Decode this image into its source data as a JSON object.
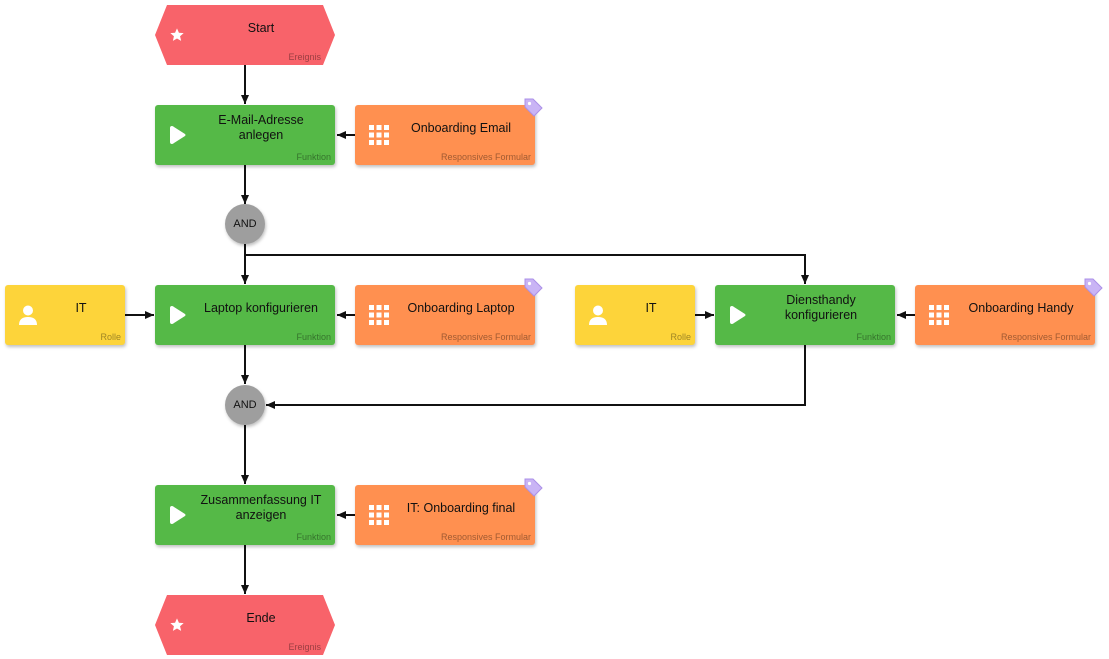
{
  "nodes": {
    "start": {
      "label": "Start",
      "type": "Ereignis"
    },
    "email_func": {
      "label": "E-Mail-Adresse anlegen",
      "type": "Funktion"
    },
    "email_form": {
      "label": "Onboarding Email",
      "type": "Responsives Formular"
    },
    "and1": {
      "label": "AND"
    },
    "role_it_1": {
      "label": "IT",
      "type": "Rolle"
    },
    "laptop_func": {
      "label": "Laptop konfigurieren",
      "type": "Funktion"
    },
    "laptop_form": {
      "label": "Onboarding Laptop",
      "type": "Responsives Formular"
    },
    "role_it_2": {
      "label": "IT",
      "type": "Rolle"
    },
    "handy_func": {
      "label": "Diensthandy konfigurieren",
      "type": "Funktion"
    },
    "handy_form": {
      "label": "Onboarding Handy",
      "type": "Responsives Formular"
    },
    "and2": {
      "label": "AND"
    },
    "summary_func": {
      "label": "Zusammenfassung IT anzeigen",
      "type": "Funktion"
    },
    "summary_form": {
      "label": "IT: Onboarding final",
      "type": "Responsives Formular"
    },
    "end": {
      "label": "Ende",
      "type": "Ereignis"
    }
  },
  "icons": {
    "event": "star-icon",
    "function": "play-icon",
    "form": "grid-icon",
    "role": "user-icon",
    "tag": "tag-icon"
  },
  "colors": {
    "event": "#f8636a",
    "function": "#55b947",
    "form": "#ff9050",
    "role": "#fdd43a",
    "gateway": "#9e9e9e",
    "tag": "#c9b4f5"
  }
}
